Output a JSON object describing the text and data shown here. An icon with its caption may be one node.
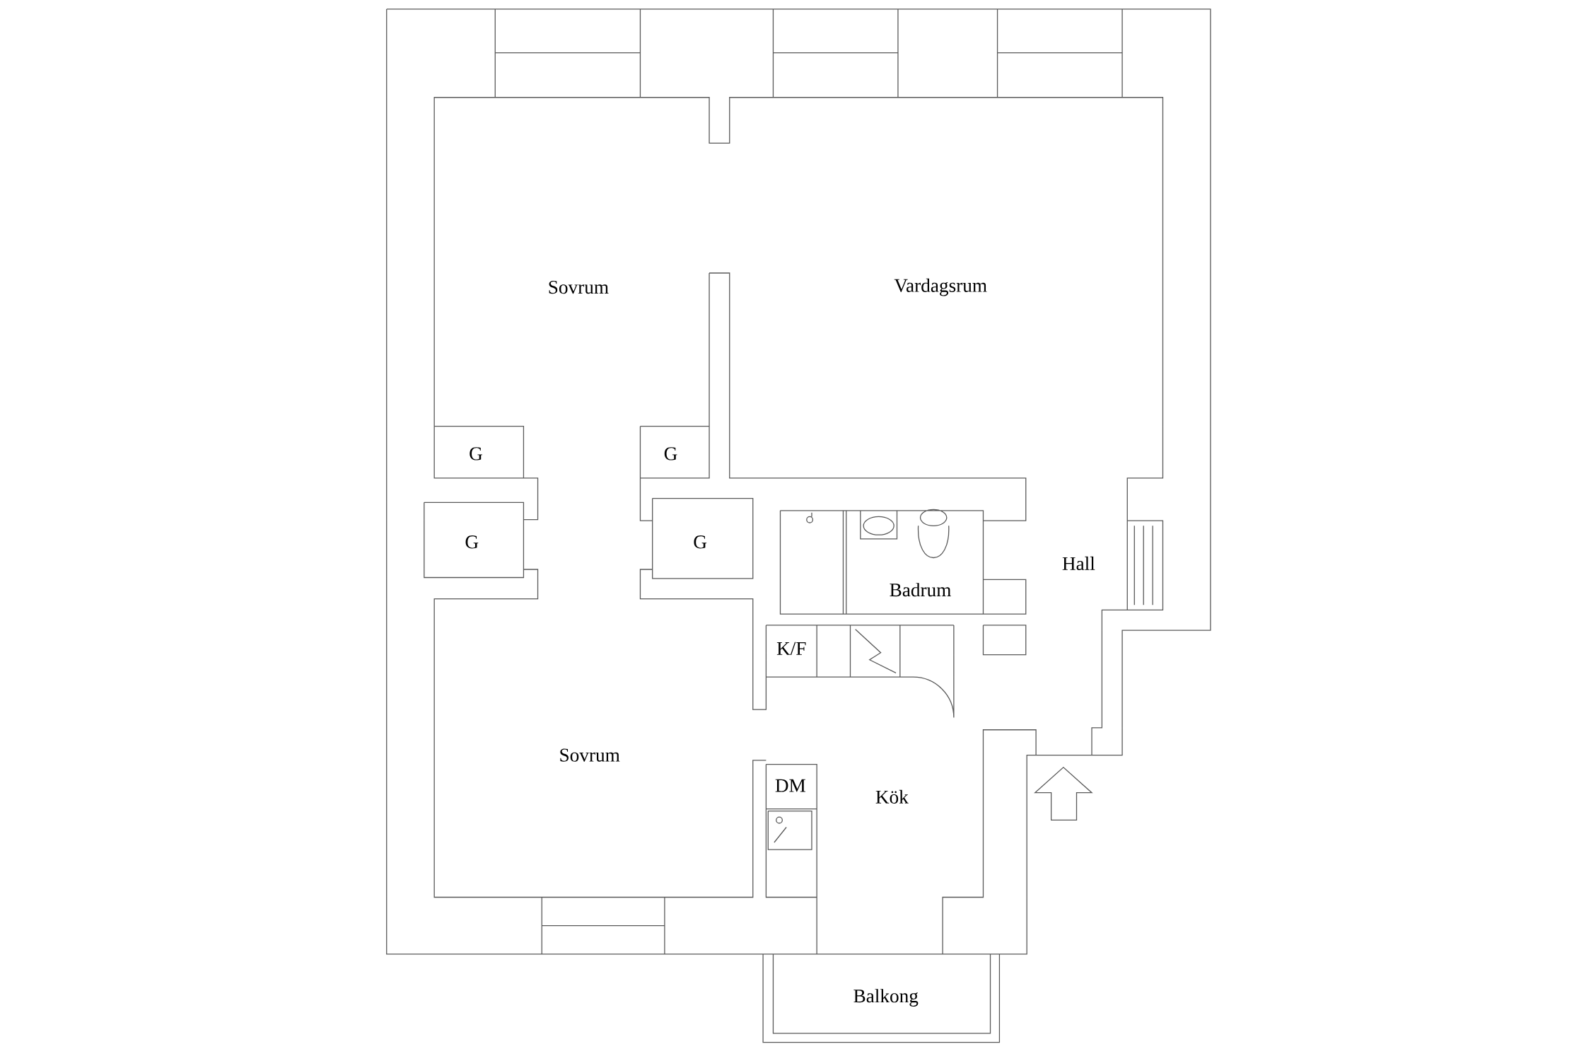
{
  "diagram": {
    "labels": [
      "Sovrum",
      "Vardagsrum",
      "G",
      "G",
      "G",
      "G",
      "Hall",
      "Badrum",
      "K/F",
      "Sovrum",
      "DM",
      "Kök",
      "Balkong"
    ]
  }
}
